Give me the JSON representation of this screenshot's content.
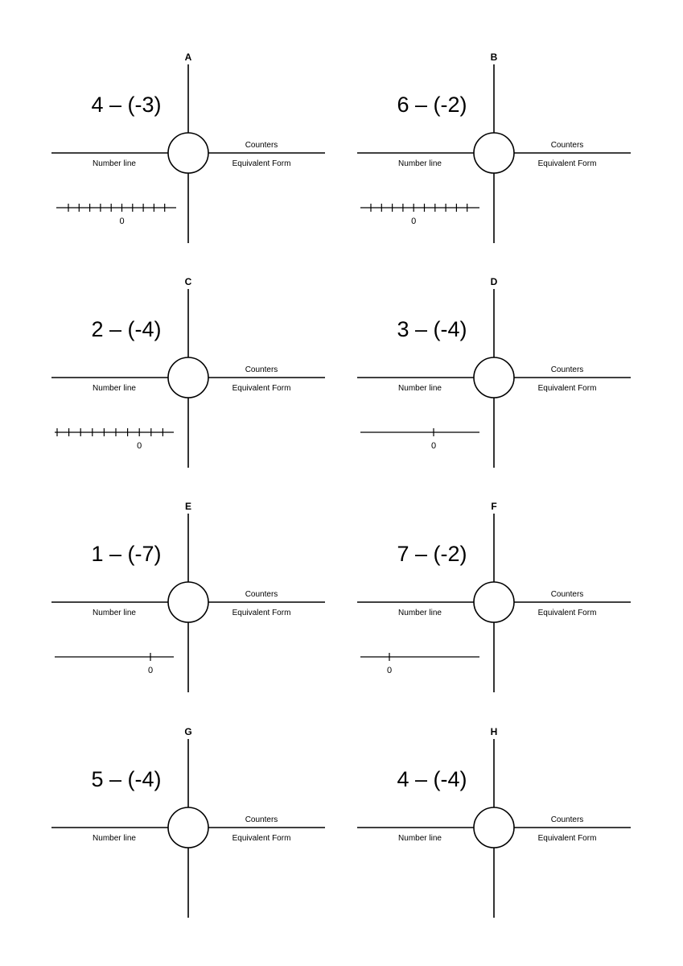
{
  "worksheet": {
    "quadrant_labels": {
      "top_right": "Counters",
      "bottom_left": "Number line",
      "bottom_right": "Equivalent Form"
    },
    "cards": [
      {
        "letter": "A",
        "expression": "4 – (-3)",
        "number_line": {
          "ticks": 10,
          "zero_tick_index": 5,
          "zero_label": "0"
        }
      },
      {
        "letter": "B",
        "expression": "6 – (-2)",
        "number_line": {
          "ticks": 10,
          "zero_tick_index": 4,
          "zero_label": "0"
        }
      },
      {
        "letter": "C",
        "expression": "2 – (-4)",
        "number_line": {
          "ticks": 10,
          "zero_tick_index": 7,
          "zero_label": "0"
        }
      },
      {
        "letter": "D",
        "expression": "3 – (-4)",
        "number_line": {
          "ticks": 1,
          "zero_tick_index": 0,
          "zero_label": "0"
        }
      },
      {
        "letter": "E",
        "expression": "1 – (-7)",
        "number_line": {
          "ticks": 1,
          "zero_tick_index": 0,
          "zero_label": "0"
        }
      },
      {
        "letter": "F",
        "expression": "7 – (-2)",
        "number_line": {
          "ticks": 1,
          "zero_tick_index": 0,
          "zero_label": "0"
        }
      },
      {
        "letter": "G",
        "expression": "5 – (-4)",
        "number_line": null
      },
      {
        "letter": "H",
        "expression": "4 – (-4)",
        "number_line": null
      }
    ]
  }
}
